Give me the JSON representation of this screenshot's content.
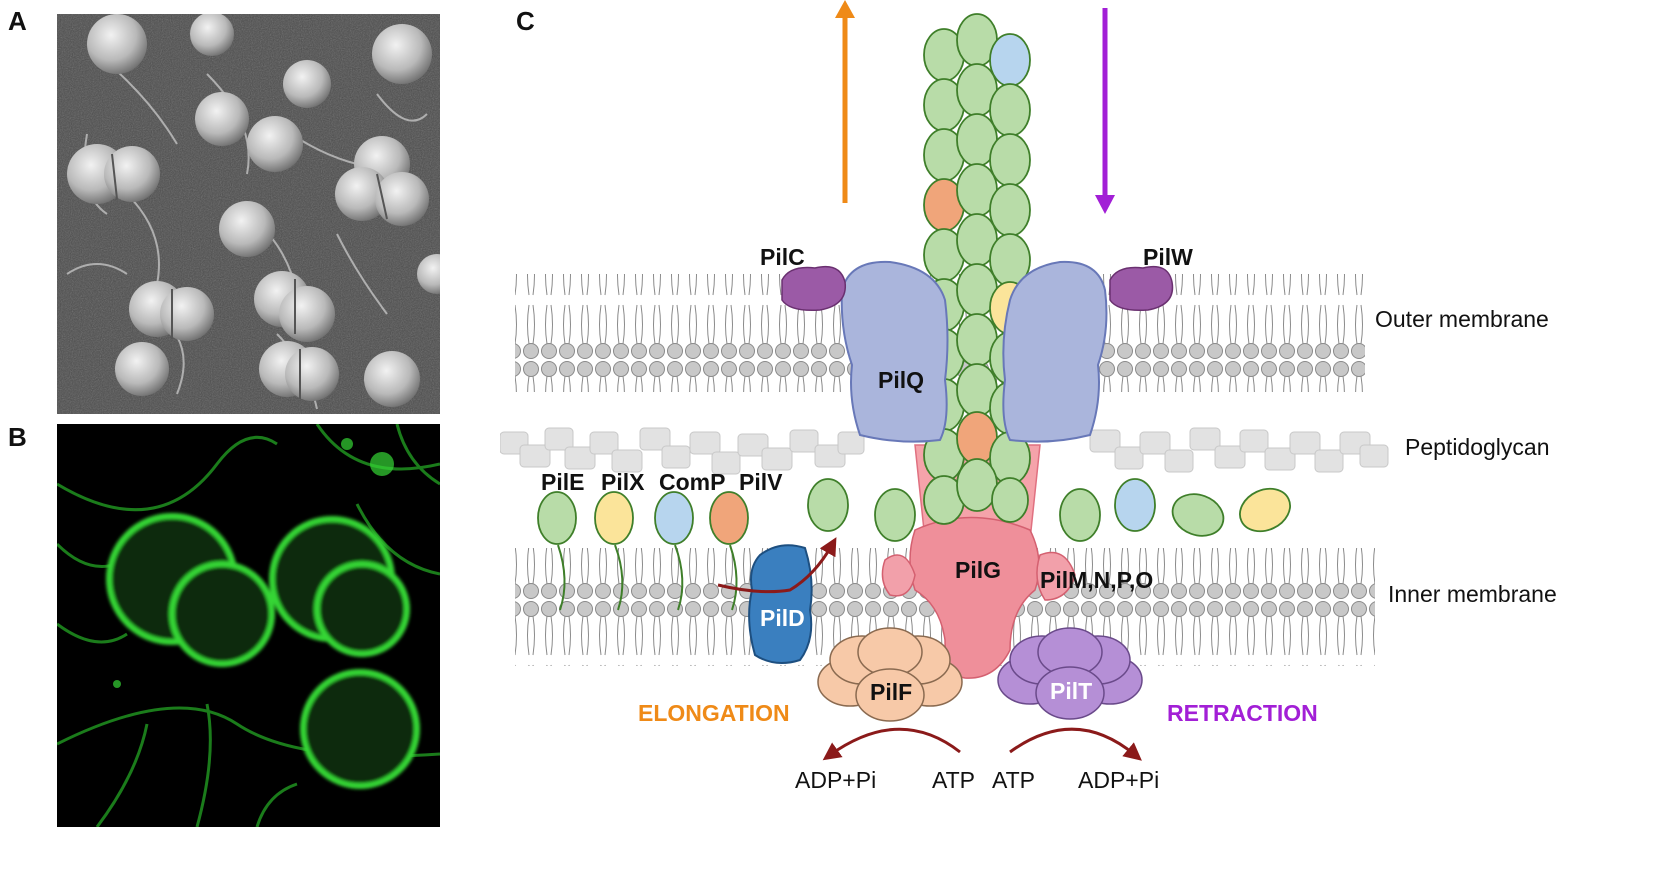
{
  "panels": {
    "a": "A",
    "b": "B",
    "c": "C"
  },
  "proteins": {
    "pilc": "PilC",
    "pilw": "PilW",
    "pilq": "PilQ",
    "pilg": "PilG",
    "pild": "PilD",
    "pilf": "PilF",
    "pilt": "PilT",
    "pilmnpo": "PilM,N,P,O",
    "pile": "PilE",
    "pilx": "PilX",
    "comp": "ComP",
    "pilv": "PilV"
  },
  "layers": {
    "outer": "Outer membrane",
    "peptidoglycan": "Peptidoglycan",
    "inner": "Inner membrane"
  },
  "processes": {
    "elongation": "ELONGATION",
    "retraction": "RETRACTION"
  },
  "reactions": {
    "adp_left": "ADP+Pi",
    "atp_left": "ATP",
    "atp_right": "ATP",
    "adp_right": "ADP+Pi"
  },
  "colors": {
    "elongation": "#ef8a17",
    "retraction": "#a21fd6",
    "pile_green": "#b8dca8",
    "pilx_yellow": "#fbe49a",
    "comp_blue": "#b7d5ee",
    "pilv_orange": "#f0a57a",
    "pilq_blue": "#aab5dc",
    "pilg_pink": "#ef8f9a",
    "pild_blue": "#3a7fbf",
    "pilf_peach": "#f7c9a8",
    "pilt_purple": "#b58fd6",
    "pilc_purple": "#9b5aa6",
    "atp_arrow": "#8b1a1a"
  }
}
